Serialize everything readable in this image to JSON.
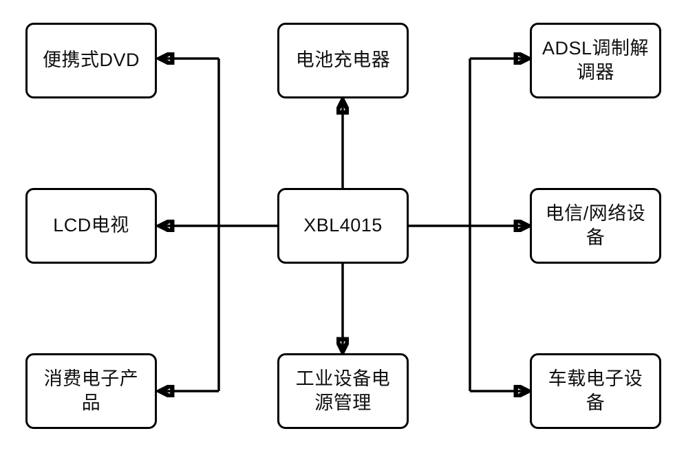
{
  "diagram": {
    "nodes": {
      "portable_dvd": {
        "label": "便携式DVD",
        "lines": [
          "便携式DVD"
        ]
      },
      "battery_charger": {
        "label": "电池充电器",
        "lines": [
          "电池充电器"
        ]
      },
      "adsl_modem": {
        "label": "ADSL调制解调器",
        "lines": [
          "ADSL调制解",
          "调器"
        ]
      },
      "lcd_tv": {
        "label": "LCD电视",
        "lines": [
          "LCD电视"
        ]
      },
      "xbl4015": {
        "label": "XBL4015",
        "lines": [
          "XBL4015"
        ]
      },
      "telecom_network": {
        "label": "电信/网络设备",
        "lines": [
          "电信/网络设",
          "备"
        ]
      },
      "consumer_electronics": {
        "label": "消费电子产品",
        "lines": [
          "消费电子产",
          "品"
        ]
      },
      "industrial_power": {
        "label": "工业设备电源管理",
        "lines": [
          "工业设备电",
          "源管理"
        ]
      },
      "automotive": {
        "label": "车载电子设备",
        "lines": [
          "车载电子设",
          "备"
        ]
      }
    },
    "edges": [
      {
        "from": "xbl4015",
        "to": "battery_charger",
        "direction": "up"
      },
      {
        "from": "xbl4015",
        "to": "industrial_power",
        "direction": "down"
      },
      {
        "from": "xbl4015",
        "to": "lcd_tv",
        "direction": "left"
      },
      {
        "from": "xbl4015",
        "to": "portable_dvd",
        "direction": "left-then-up"
      },
      {
        "from": "xbl4015",
        "to": "consumer_electronics",
        "direction": "left-then-down"
      },
      {
        "from": "xbl4015",
        "to": "telecom_network",
        "direction": "right"
      },
      {
        "from": "xbl4015",
        "to": "adsl_modem",
        "direction": "right-then-up"
      },
      {
        "from": "xbl4015",
        "to": "automotive",
        "direction": "right-then-down"
      }
    ],
    "colors": {
      "line": "#000000",
      "box_border": "#000000",
      "box_fill": "#ffffff",
      "text": "#0f0f0f",
      "background": "#ffffff"
    }
  }
}
